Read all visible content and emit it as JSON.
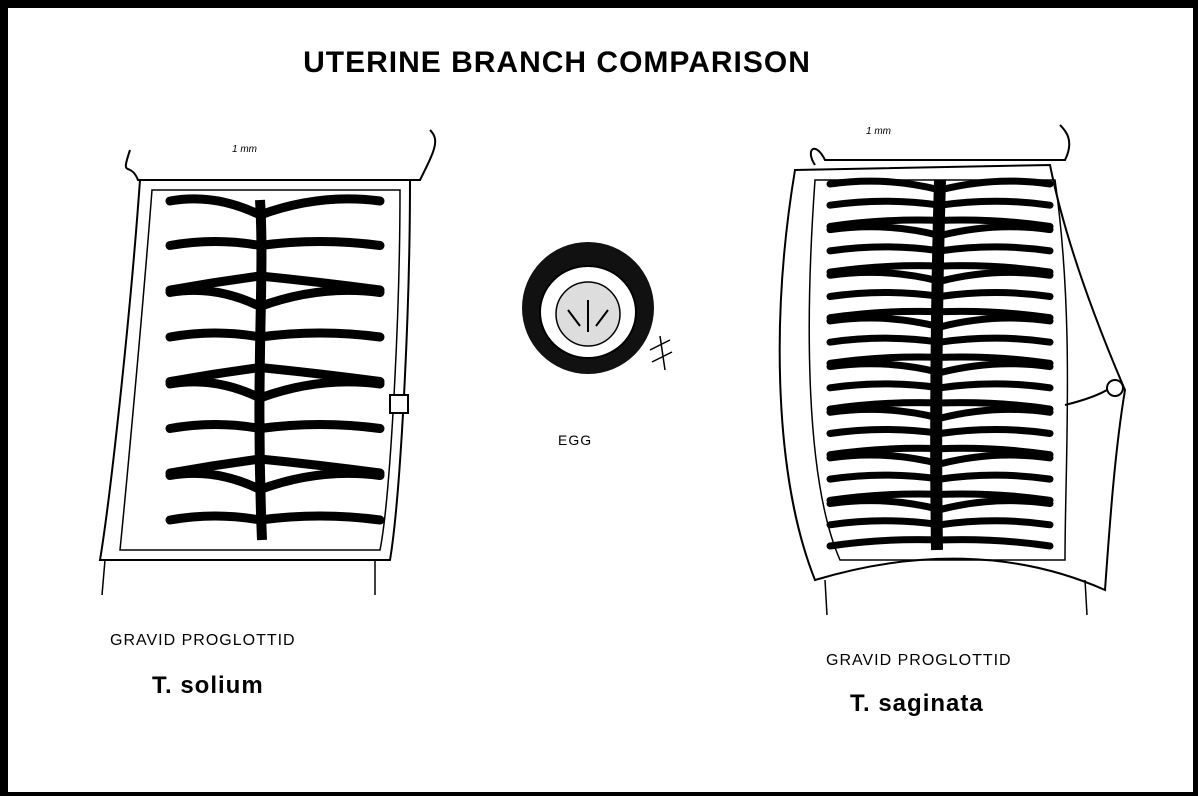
{
  "title": "UTERINE BRANCH COMPARISON",
  "figures": {
    "solium": {
      "scale_label": "1 mm",
      "caption": "GRAVID   PROGLOTTID",
      "species": "T. solium"
    },
    "egg": {
      "label": "EGG"
    },
    "saginata": {
      "scale_label": "1 mm",
      "caption": "GRAVID   PROGLOTTID",
      "species": "T. saginata"
    }
  }
}
